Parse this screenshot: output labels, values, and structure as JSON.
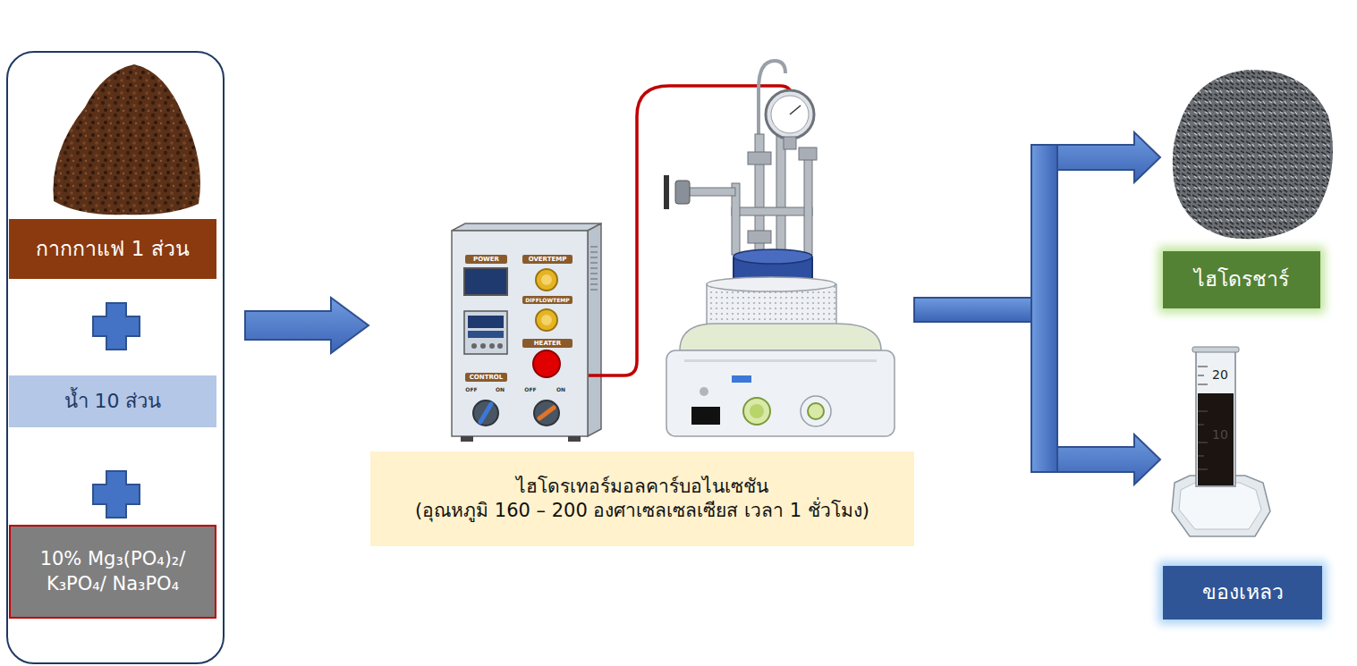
{
  "diagram": {
    "nodes": [
      {
        "text": [
          "กากกาแฟ 1 ส่วน"
        ]
      },
      {
        "text": [
          "น้ำ 10 ส่วน"
        ]
      },
      {
        "text": [
          "10% Mg₃(PO₄)₂/ K₃PO₄/ Na₃PO₄"
        ]
      },
      {
        "text": [
          "ไฮโดรเทอร์มอลคาร์บอไนเซชัน",
          "(อุณหภูมิ 160 – 200 องศาเซลเซลเซียส เวลา 1 ชั่วโมง)"
        ]
      },
      {
        "text": [
          "ไฮโดรชาร์"
        ]
      },
      {
        "text": [
          "ของเหลว"
        ]
      }
    ],
    "labels": [
      "POWER",
      "OVERTEMP",
      "DIFFLOWTEMP",
      "HEATER",
      "CONTROL",
      "OFF",
      "ON",
      "OFF",
      "ON",
      "20",
      "10"
    ]
  }
}
